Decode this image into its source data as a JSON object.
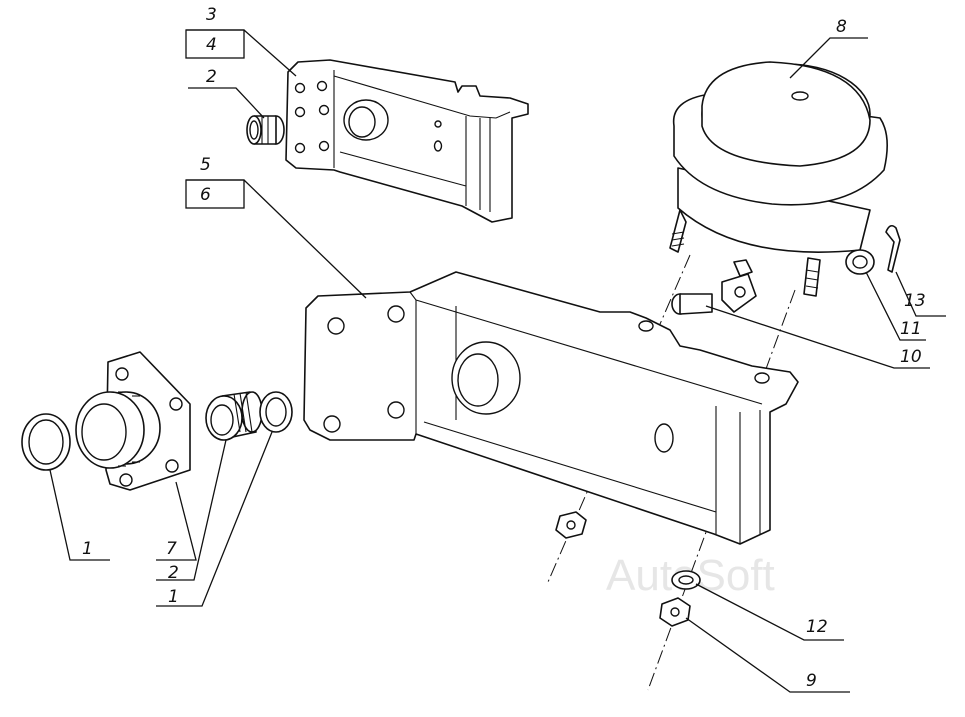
{
  "figure": {
    "watermark": "AutoSoft",
    "callouts": {
      "c1a": "1",
      "c1b": "1",
      "c2a": "2",
      "c2b": "2",
      "c3": "3",
      "c4": "4",
      "c5": "5",
      "c6": "6",
      "c7": "7",
      "c8": "8",
      "c9": "9",
      "c10": "10",
      "c11": "11",
      "c12": "12",
      "c13": "13"
    }
  }
}
